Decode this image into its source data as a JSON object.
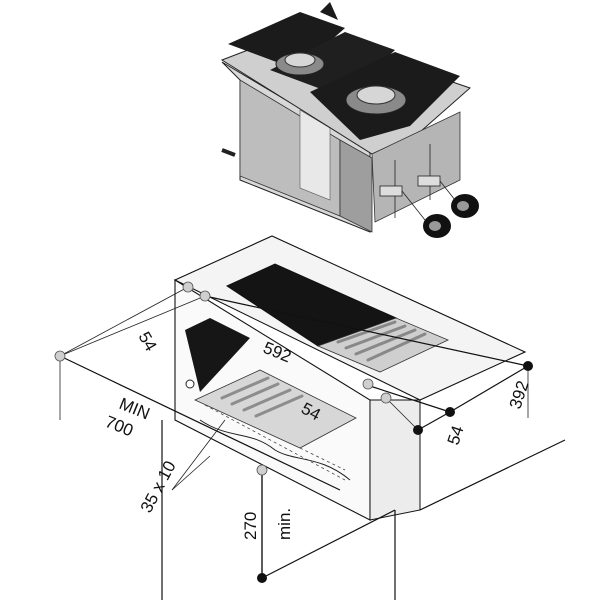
{
  "dimensions": {
    "width": "592",
    "depth": "392",
    "margin_left": "54",
    "margin_front": "54",
    "margin_inner": "54",
    "min_label": "MIN",
    "min_value": "700",
    "slot": "35 x 10",
    "height_value": "270",
    "height_label": "min."
  },
  "colors": {
    "steel": "#c9c9c9",
    "dark": "#1a1a1a",
    "line": "#111111"
  }
}
